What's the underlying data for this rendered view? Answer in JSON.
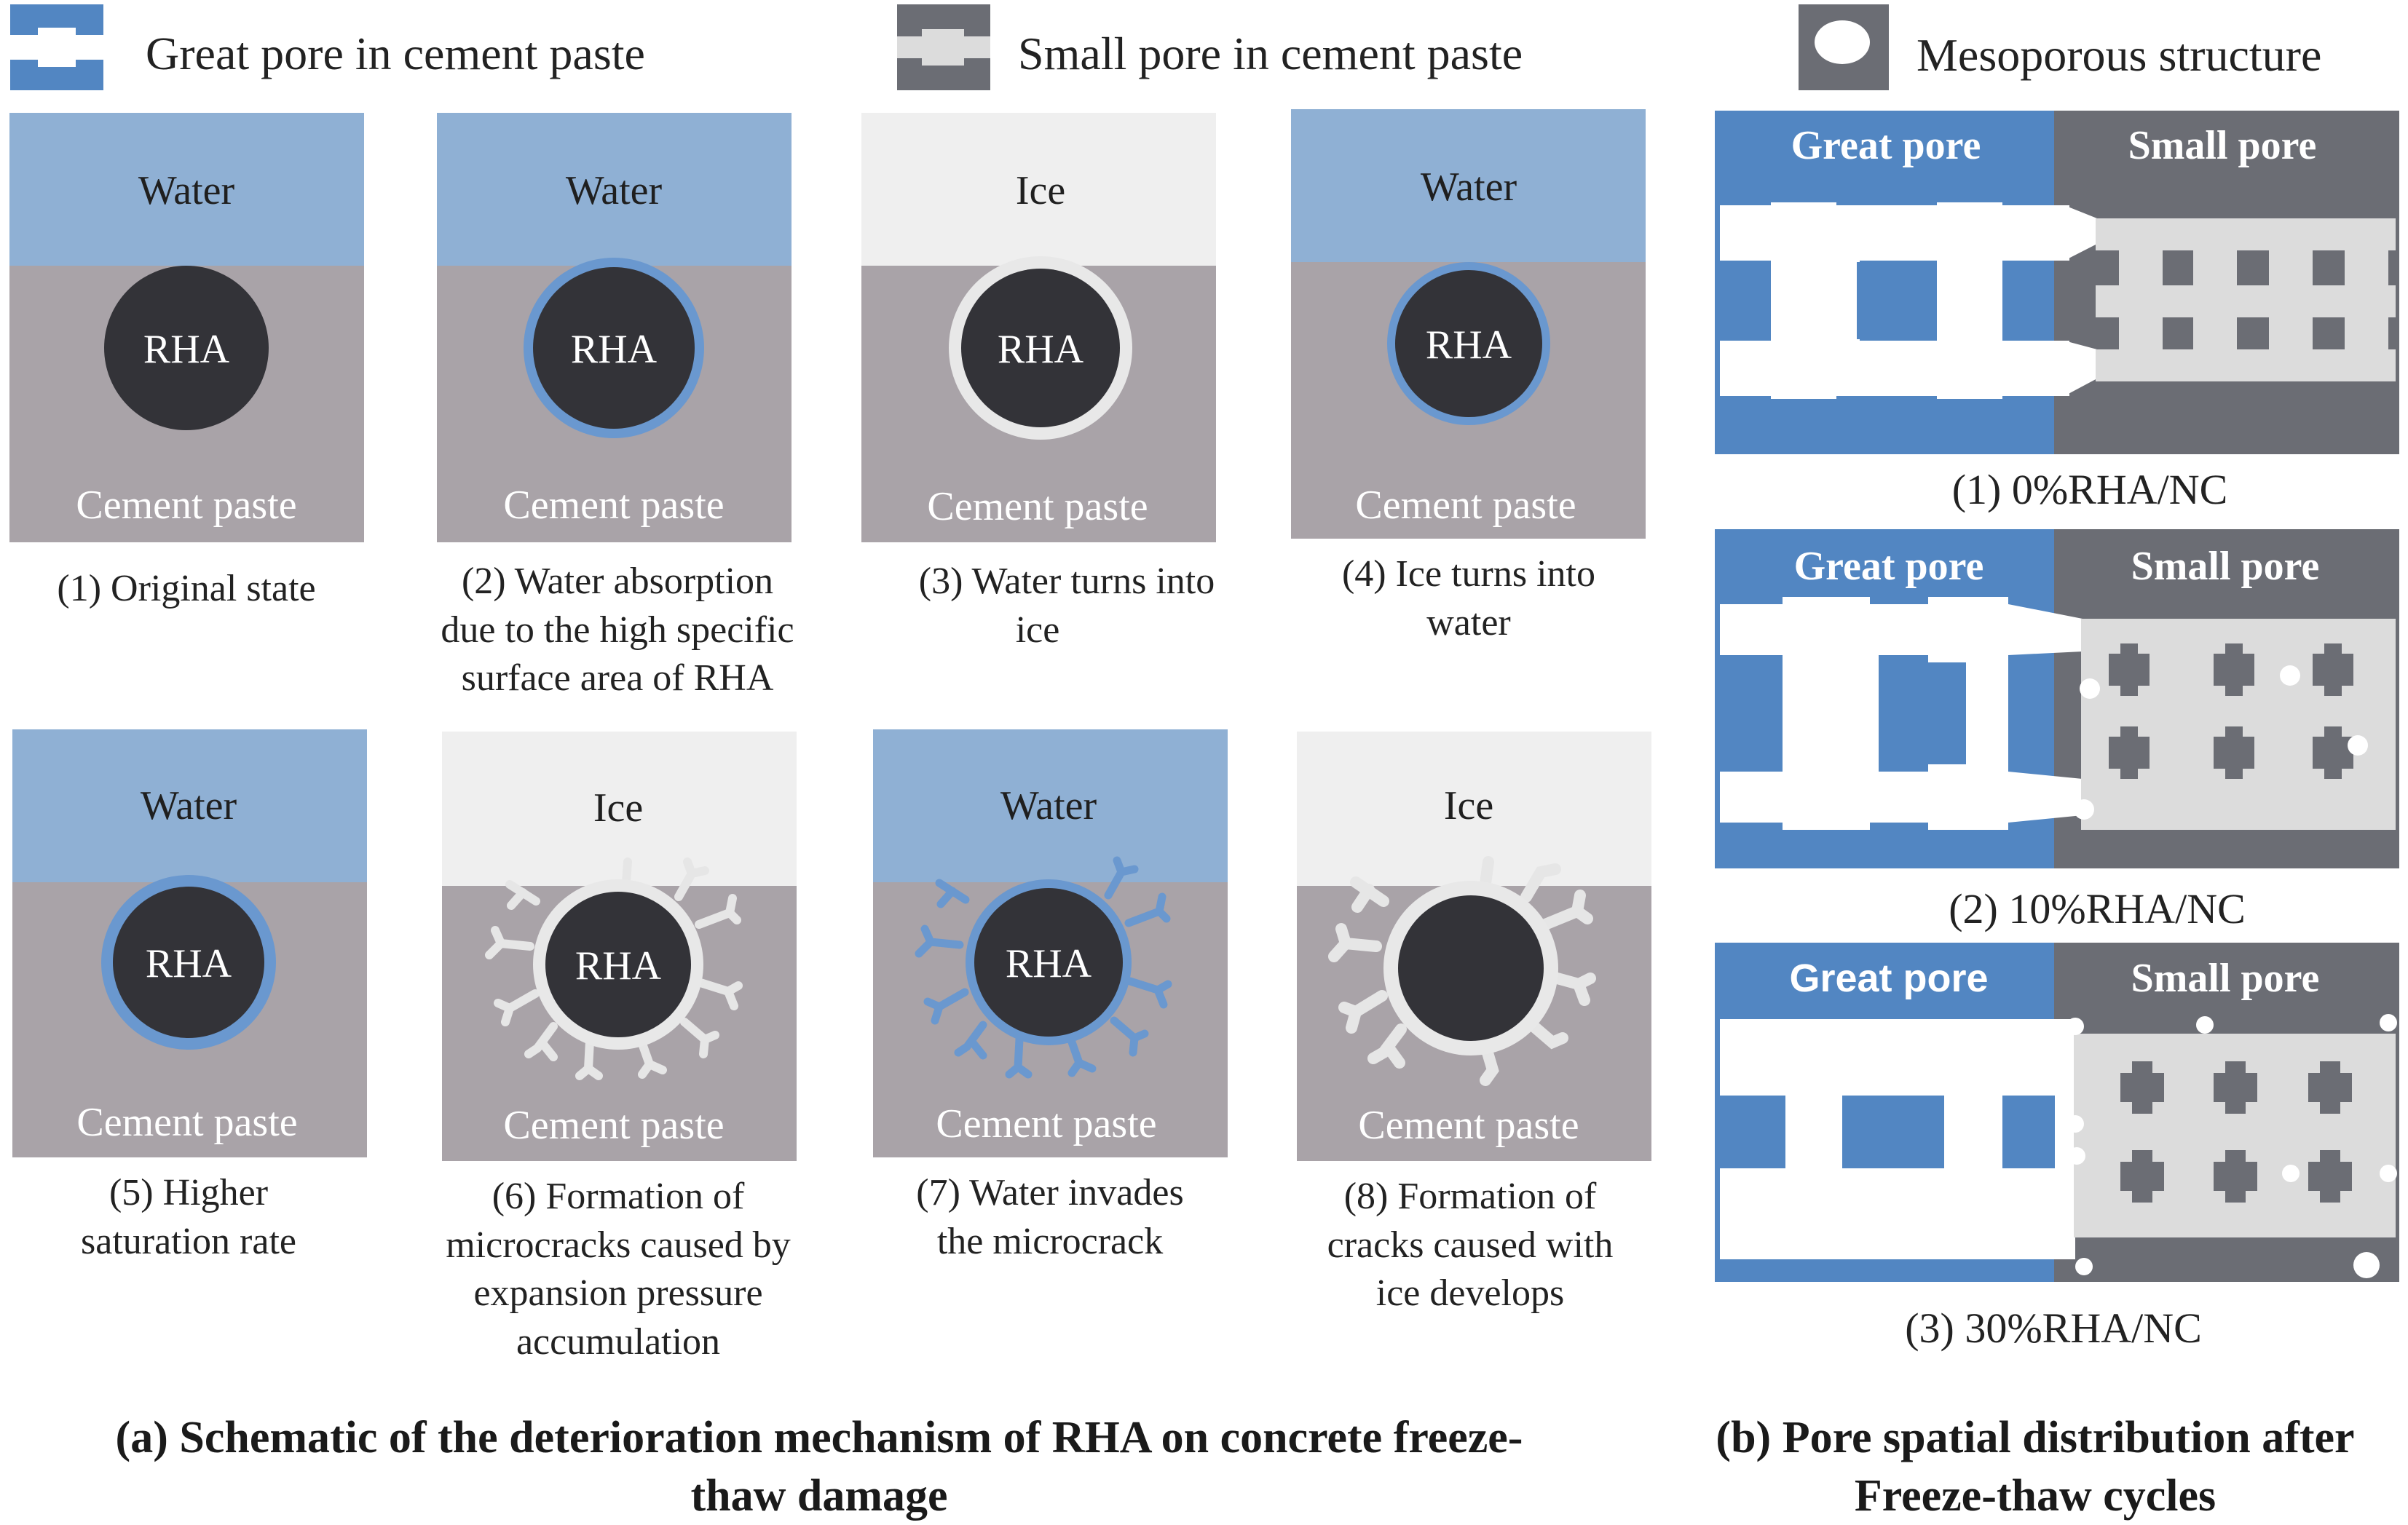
{
  "legend": {
    "great_pore": "Great pore in cement paste",
    "small_pore": "Small pore in cement paste",
    "mesoporous": "Mesoporous structure"
  },
  "panels": [
    {
      "top": "Water",
      "core": "RHA",
      "bottom": "Cement paste",
      "caption": [
        "(1) Original state"
      ]
    },
    {
      "top": "Water",
      "core": "RHA",
      "bottom": "Cement paste",
      "caption": [
        "(2) Water absorption",
        "due to the high specific",
        "surface area of RHA"
      ]
    },
    {
      "top": "Ice",
      "core": "RHA",
      "bottom": "Cement paste",
      "caption": [
        "(3) Water turns into",
        "ice"
      ]
    },
    {
      "top": "Water",
      "core": "RHA",
      "bottom": "Cement paste",
      "caption": [
        "(4) Ice turns into",
        "water"
      ]
    },
    {
      "top": "Water",
      "core": "RHA",
      "bottom": "Cement paste",
      "caption": [
        "(5) Higher",
        "saturation rate"
      ]
    },
    {
      "top": "Ice",
      "core": "RHA",
      "bottom": "Cement paste",
      "caption": [
        "(6) Formation of",
        "microcracks caused by",
        "expansion pressure",
        "accumulation"
      ]
    },
    {
      "top": "Water",
      "core": "RHA",
      "bottom": "Cement paste",
      "caption": [
        "(7) Water invades",
        "the microcrack"
      ]
    },
    {
      "top": "Ice",
      "core": "",
      "bottom": "Cement paste",
      "caption": [
        "(8) Formation of",
        "cracks caused with",
        "ice develops"
      ]
    }
  ],
  "pore_panels": [
    {
      "great": "Great pore",
      "small": "Small pore",
      "caption": "(1)  0%RHA/NC"
    },
    {
      "great": "Great pore",
      "small": "Small pore",
      "caption": "(2)  10%RHA/NC"
    },
    {
      "great": "Great pore",
      "small": "Small pore",
      "caption": "(3)  30%RHA/NC"
    }
  ],
  "captions": {
    "a": [
      "(a) Schematic of the deterioration mechanism of RHA on concrete freeze-",
      "thaw damage"
    ],
    "b": [
      "(b) Pore spatial distribution after",
      "Freeze-thaw cycles"
    ]
  },
  "colors": {
    "water": "#8fb0d4",
    "ice": "#efefef",
    "paste": "#a9a3a8",
    "rha": "#333338",
    "blue_pore": "#5286c2",
    "grey_pore": "#6b6d74",
    "white": "#ffffff",
    "light_grey": "#dcdcdc"
  }
}
